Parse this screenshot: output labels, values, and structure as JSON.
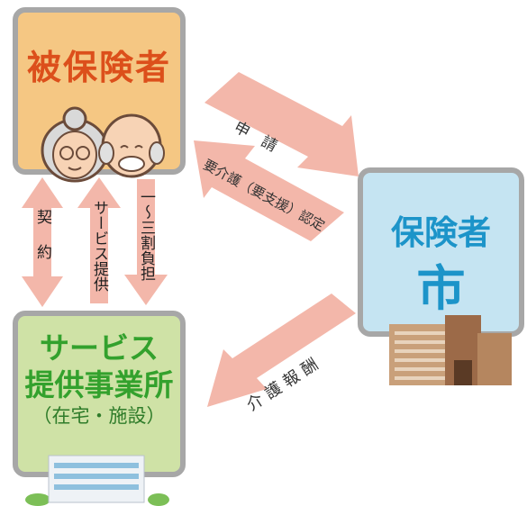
{
  "insured": {
    "title": "被保険者"
  },
  "provider": {
    "title_line1": "サービス",
    "title_line2": "提供事業所",
    "title_line3": "（在宅・施設）"
  },
  "insurer": {
    "title": "保険者",
    "city": "市"
  },
  "arrows": {
    "contract": "契約",
    "service": "サービス提供",
    "copay": "一〜三割負担",
    "application": "申　請",
    "certification": "要介護（要支援）認定",
    "reward": "介護報酬"
  },
  "colors": {
    "arrow": "#f3b7aa",
    "insured_bg": "#f5c783",
    "provider_bg": "#cfe2a6",
    "insurer_bg": "#c5e4f2",
    "frame": "#a7a7a7"
  }
}
